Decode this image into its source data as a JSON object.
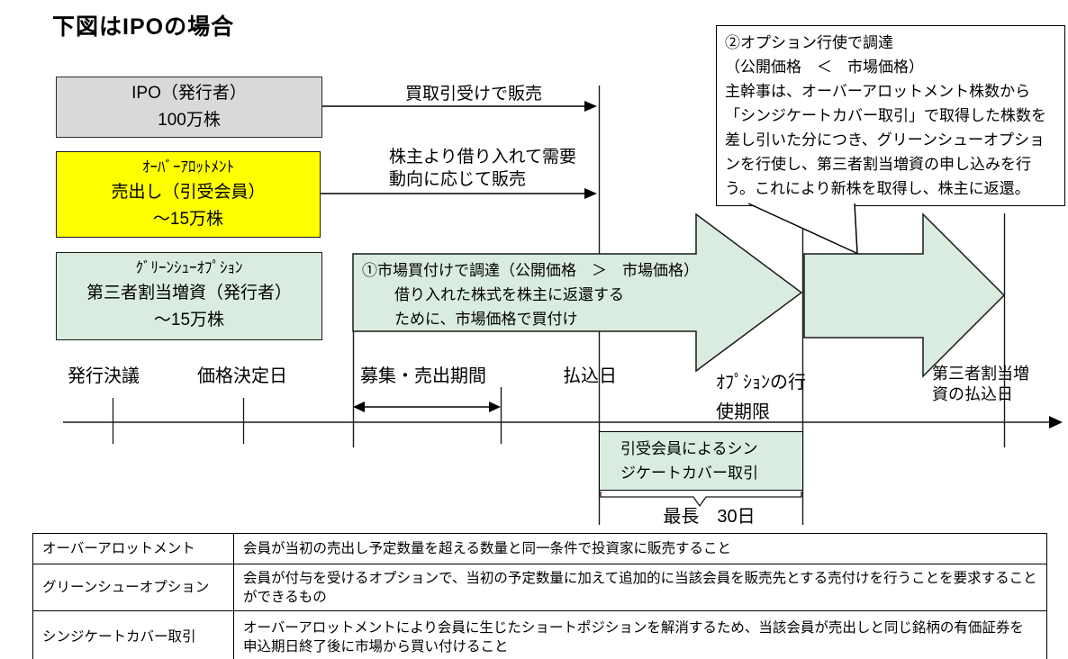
{
  "colors": {
    "mint_green": "#d9ecdf",
    "yellow": "#ffff00",
    "gray": "#d9d9d9",
    "line_black": "#1a1a1a"
  },
  "title": "下図はIPOの場合",
  "left_boxes": {
    "ipo": {
      "line1": "IPO（発行者）",
      "line2": "100万株"
    },
    "overallotment": {
      "line1": "ｵｰﾊﾞｰｱﾛｯﾄﾒﾝﾄ",
      "line2": "売出し（引受会員）",
      "line3": "～15万株"
    },
    "greenshoe": {
      "line1": "ｸﾞﾘｰﾝｼｭｰｵﾌﾟｼｮﾝ",
      "line2": "第三者割当増資（発行者）",
      "line3": "～15万株"
    }
  },
  "flow": {
    "ipo_sale_label": "買取引受けで販売",
    "oa_sale_label_line1": "株主より借り入れて需要",
    "oa_sale_label_line2": "動向に応じて販売"
  },
  "callout": {
    "line1": "②オプション行使で調達",
    "line2": "（公開価格　＜　市場価格）",
    "body": "主幹事は、オーバーアロットメント株数から「シンジケートカバー取引」で取得した株数を差し引いた分につき、グリーンシューオプションを行使し、第三者割当増資の申し込みを行う。これにより新株を取得し、株主に返還。"
  },
  "market_buy_arrow": {
    "line1": "①市場買付けで調達（公開価格　＞　市場価格）",
    "line2": "借り入れた株式を株主に返還する",
    "line3": "ために、市場価格で買付け"
  },
  "timeline": {
    "issue_resolution": "発行決議",
    "price_decision": "価格決定日",
    "offer_period": "募集・売出期間",
    "payment_date": "払込日",
    "option_deadline_line1": "ｵﾌﾟｼｮﾝの行",
    "option_deadline_line2": "使期限",
    "third_party_line1": "第三者割当増",
    "third_party_line2": "資の払込日"
  },
  "syndicate_box": {
    "line1": "引受会員によるシン",
    "line2": "ジケートカバー取引"
  },
  "max_period_label": "最長　30日",
  "glossary_table": {
    "rows": [
      {
        "term": "オーバーアロットメント",
        "definition": "会員が当初の売出し予定数量を超える数量と同一条件で投資家に販売すること"
      },
      {
        "term": "グリーンシューオプション",
        "definition": "会員が付与を受けるオプションで、当初の予定数量に加えて追加的に当該会員を販売先とする売付けを行うことを要求することができるもの"
      },
      {
        "term": "シンジケートカバー取引",
        "definition": "オーバーアロットメントにより会員に生じたショートポジションを解消するため、当該会員が売出しと同じ銘柄の有価証券を申込期日終了後に市場から買い付けること"
      }
    ]
  }
}
